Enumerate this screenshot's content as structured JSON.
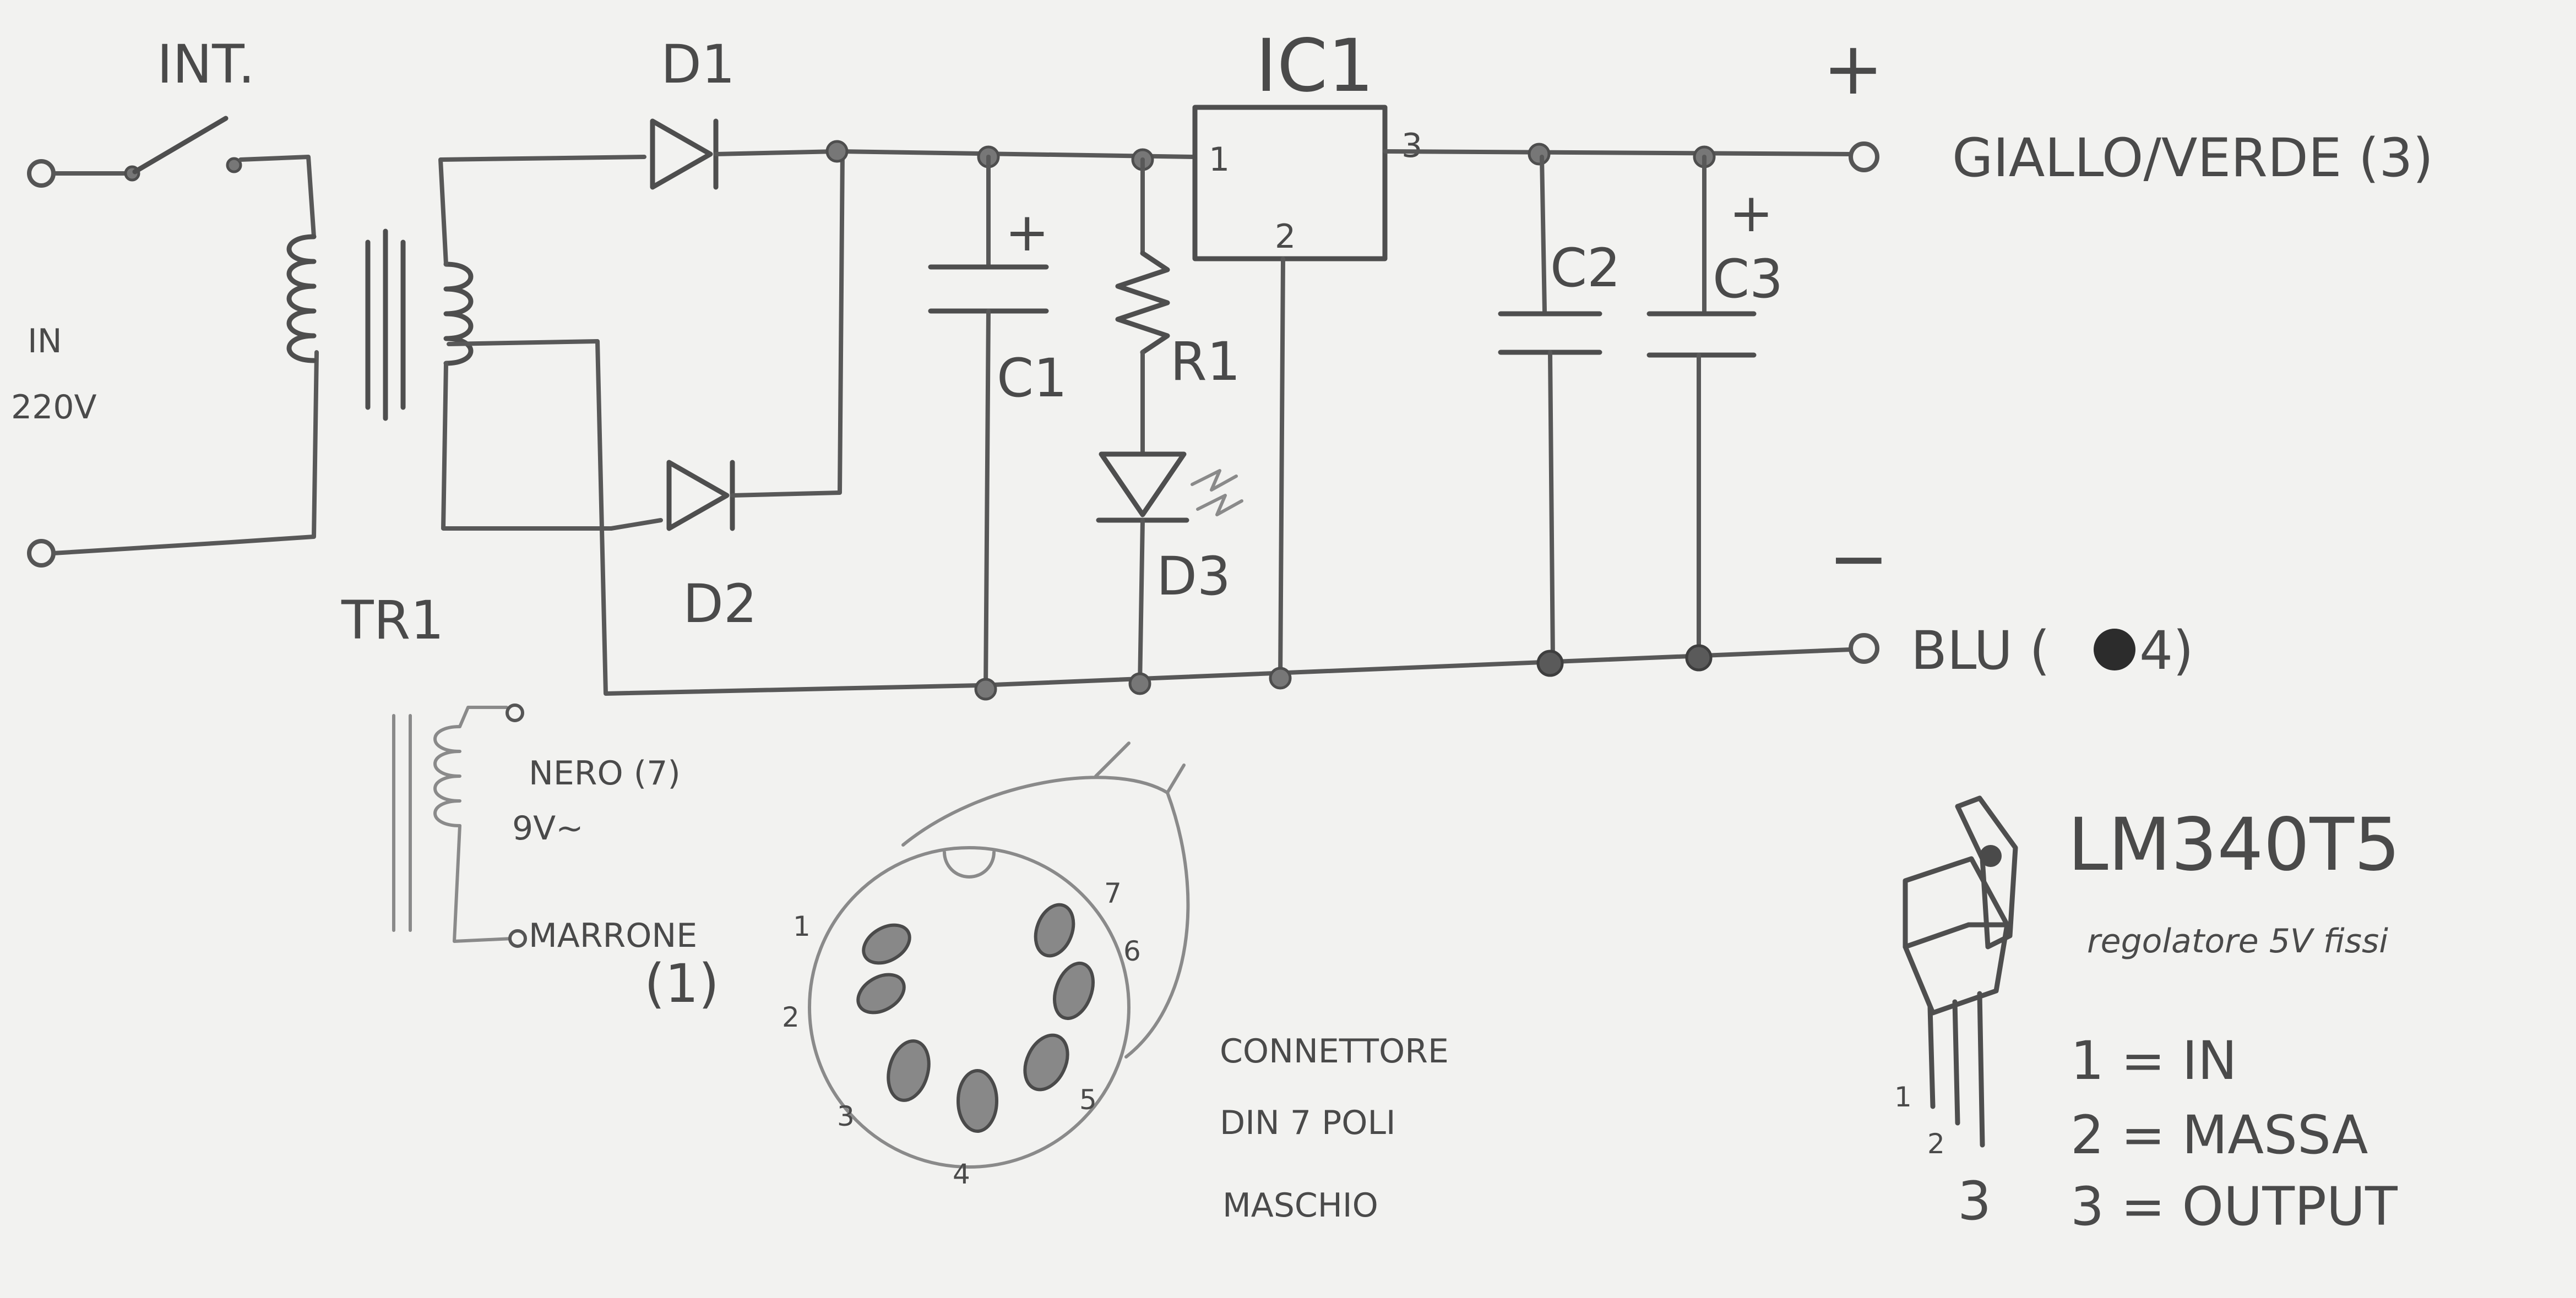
{
  "labels": {
    "switch": "INT.",
    "input_in": "IN",
    "input_voltage": "220V",
    "transformer": "TR1",
    "diode1": "D1",
    "diode2": "D2",
    "cap1": "C1",
    "cap1_plus": "+",
    "resistor": "R1",
    "led": "D3",
    "ic": "IC1",
    "ic_pin1": "1",
    "ic_pin2": "2",
    "ic_pin3": "3",
    "cap2": "C2",
    "cap3": "C3",
    "cap3_plus": "+",
    "out_plus": "+",
    "out_plus_wire": "GIALLO/VERDE (3)",
    "out_minus": "−",
    "out_minus_wire_prefix": "BLU (",
    "out_minus_wire_suffix": "4)",
    "aux_wire_black": "NERO (7)",
    "aux_voltage": "9V~",
    "aux_wire_brown": "MARRONE",
    "aux_wire_brown_num": "(1)"
  },
  "connector": {
    "title_lines": [
      "CONNETTORE",
      "DIN 7 POLI",
      "MASCHIO"
    ],
    "pin_labels": [
      "1",
      "2",
      "3",
      "4",
      "5",
      "6",
      "7"
    ]
  },
  "regulator": {
    "part": "LM340T5",
    "description": "regolatore 5V fissi",
    "pins": [
      "1 = IN",
      "2 = MASSA",
      "3 = OUTPUT"
    ],
    "leg_labels": [
      "1",
      "2",
      "3"
    ]
  },
  "colors": {
    "paper": "#f2f2f0",
    "pencil": "#585858"
  }
}
